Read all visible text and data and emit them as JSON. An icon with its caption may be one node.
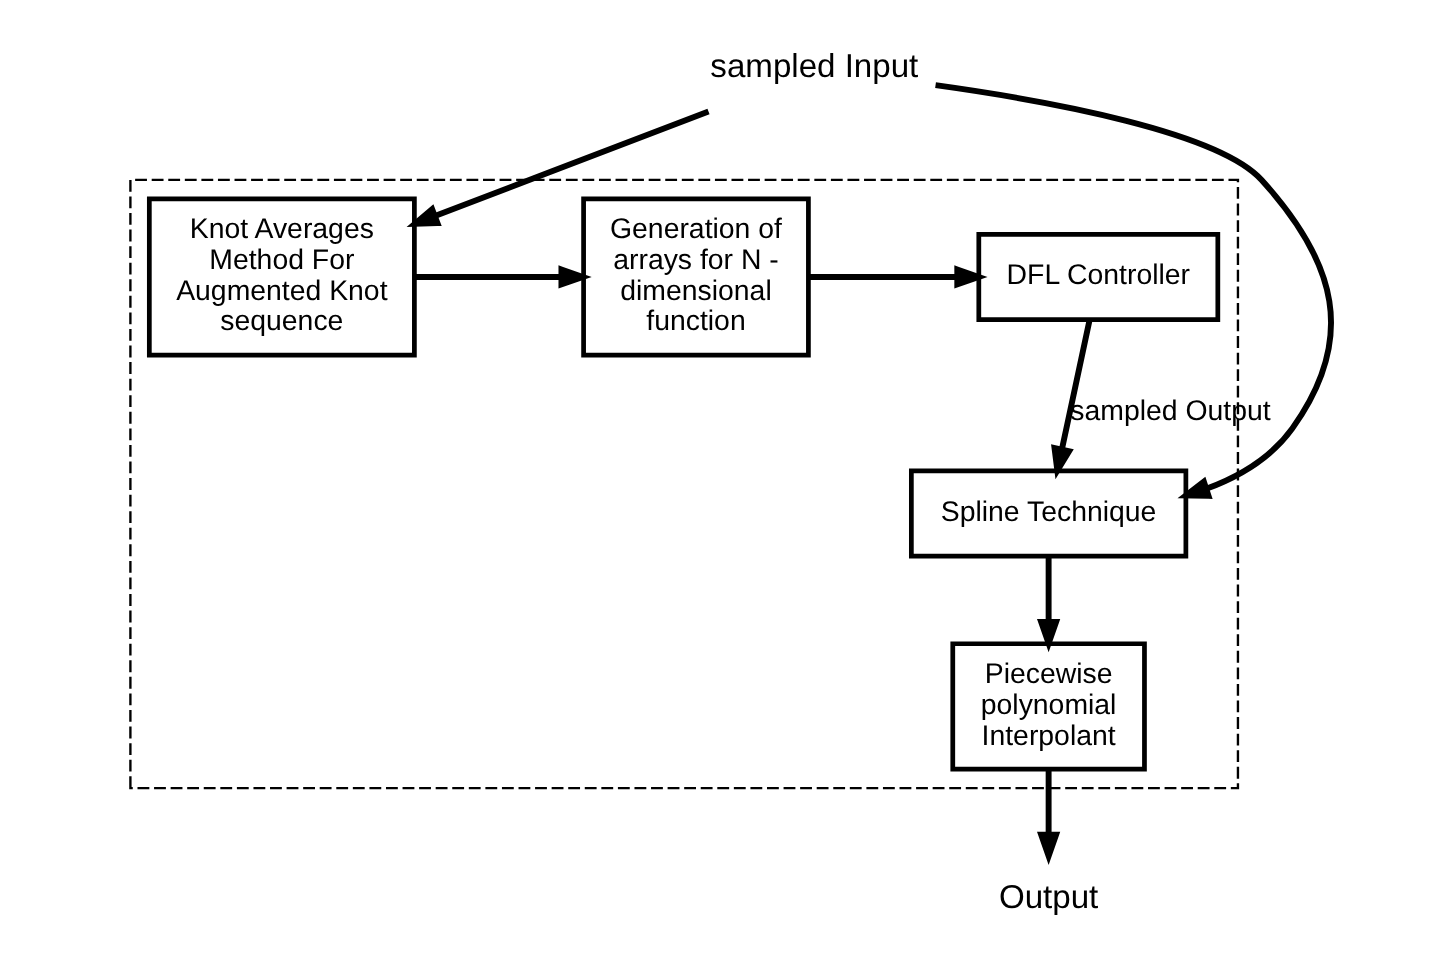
{
  "diagram": {
    "nodes": [
      {
        "text": [],
        "shape": "box"
      },
      {
        "text": [
          "sampled Input"
        ]
      },
      {
        "text": [
          "Knot Averages Method For Augmented Knot sequence"
        ],
        "in": 0
      },
      {
        "text": [
          "Generation of arrays for N - dimensional function"
        ],
        "in": 0
      },
      {
        "text": [
          "DFL Controller"
        ],
        "in": 0
      },
      {
        "text": [
          "Spline Technique"
        ],
        "in": 0
      },
      {
        "text": [
          "Piecewise polynomial Interpolant"
        ],
        "in": 0
      },
      {
        "text": [
          "Output"
        ]
      }
    ],
    "edges": [
      {
        "from": 1,
        "to": 2,
        "arrow": "to"
      },
      {
        "from": 1,
        "to": 5,
        "arrow": "to"
      },
      {
        "from": 2,
        "to": 3,
        "arrow": "to"
      },
      {
        "from": 3,
        "to": 4,
        "arrow": "to"
      },
      {
        "from": 4,
        "to": 5,
        "arrow": "to",
        "label": "sampled Output"
      },
      {
        "from": 5,
        "to": 6,
        "arrow": "to"
      },
      {
        "from": 6,
        "to": 7,
        "arrow": "to"
      }
    ]
  }
}
